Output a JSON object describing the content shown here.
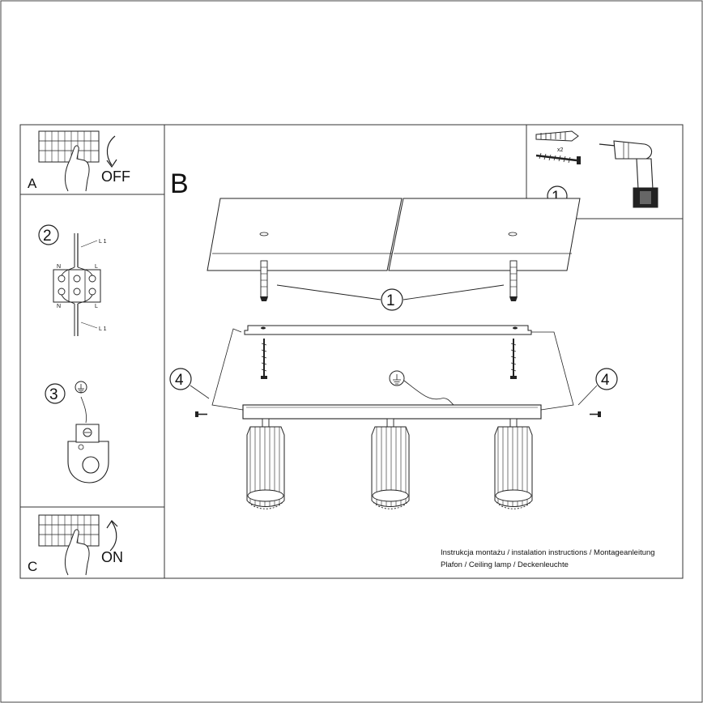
{
  "panels": {
    "a": {
      "letter": "A",
      "caption": "OFF"
    },
    "b": {
      "letter": "B"
    },
    "c": {
      "letter": "C",
      "caption": "ON"
    }
  },
  "steps": {
    "one": "1",
    "two": "2",
    "three": "3",
    "four": "4"
  },
  "wiring": {
    "l1_top": "L 1",
    "l1_bottom": "L 1",
    "n_left": "N",
    "n_left_2": "N",
    "l_right": "L",
    "l_right_2": "L"
  },
  "tools": {
    "anchor_qty": "x2"
  },
  "footer": {
    "line1": "Instrukcja montażu / instalation instructions / Montageanleitung",
    "line2": "Plafon / Ceiling lamp / Deckenleuchte"
  }
}
